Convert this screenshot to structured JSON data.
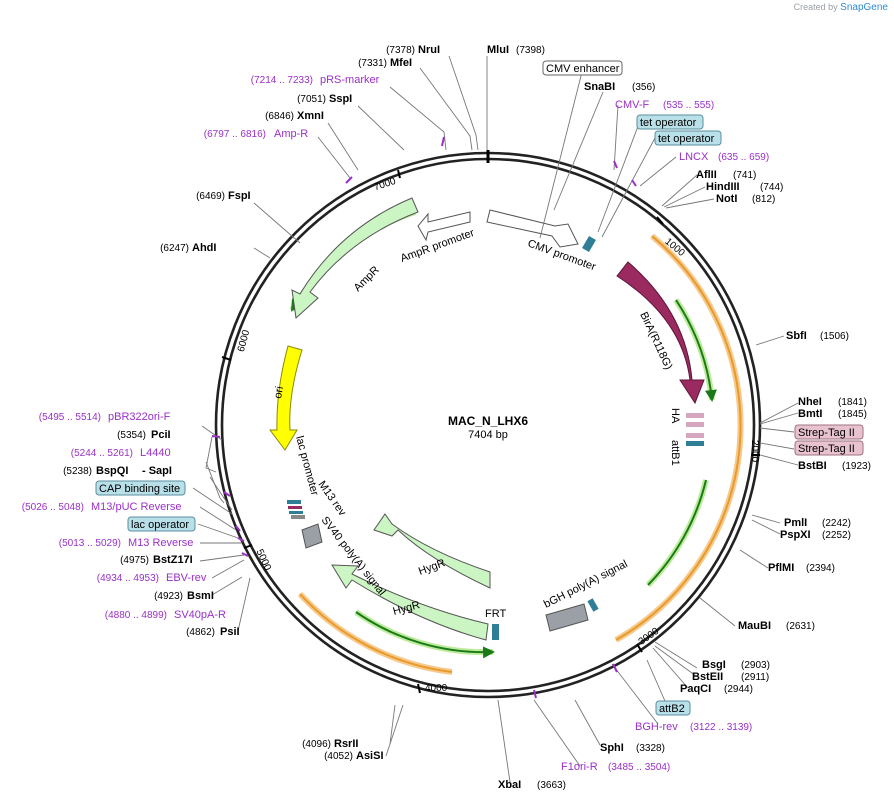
{
  "watermark": {
    "prefix": "Created by",
    "brand": "SnapGene"
  },
  "plasmid": {
    "name": "MAC_N_LHX6",
    "size": "7404 bp",
    "length": 7404
  },
  "colors": {
    "backbone": "#222222",
    "enzyme": "#000000",
    "primer": "#9b30c8",
    "feature_green": "#ccf5c4",
    "feature_orange": "#f3a43a",
    "feature_magenta": "#9a2a5f",
    "feature_yellow": "#ffff00",
    "feature_teal": "#2e7f95",
    "feature_gray": "#9aa0a6",
    "box_blue": "#b9dfe8",
    "box_pink": "#e8c2cf"
  },
  "ticks": [
    "1000",
    "2000",
    "3000",
    "4000",
    "5000",
    "6000",
    "7000"
  ],
  "enzymes": [
    {
      "name": "NruI",
      "pos": "(7378)"
    },
    {
      "name": "MluI",
      "pos": "(7398)"
    },
    {
      "name": "MfeI",
      "pos": "(7331)"
    },
    {
      "name": "SspI",
      "pos": "(7051)"
    },
    {
      "name": "XmnI",
      "pos": "(6846)"
    },
    {
      "name": "FspI",
      "pos": "(6469)"
    },
    {
      "name": "AhdI",
      "pos": "(6247)"
    },
    {
      "name": "PciI",
      "pos": "(5354)"
    },
    {
      "name": "BspQI",
      "pos": "(5238)"
    },
    {
      "name": "- SapI",
      "pos": ""
    },
    {
      "name": "BstZ17I",
      "pos": "(4975)"
    },
    {
      "name": "BsmI",
      "pos": "(4923)"
    },
    {
      "name": "PsiI",
      "pos": "(4862)"
    },
    {
      "name": "RsrII",
      "pos": "(4096)"
    },
    {
      "name": "AsiSI",
      "pos": "(4052)"
    },
    {
      "name": "XbaI",
      "pos": "(3663)"
    },
    {
      "name": "SphI",
      "pos": "(3328)"
    },
    {
      "name": "PaqCI",
      "pos": "(2944)"
    },
    {
      "name": "BstEII",
      "pos": "(2911)"
    },
    {
      "name": "BsgI",
      "pos": "(2903)"
    },
    {
      "name": "MauBI",
      "pos": "(2631)"
    },
    {
      "name": "PflMI",
      "pos": "(2394)"
    },
    {
      "name": "PspXI",
      "pos": "(2252)"
    },
    {
      "name": "PmlI",
      "pos": "(2242)"
    },
    {
      "name": "BstBI",
      "pos": "(1923)"
    },
    {
      "name": "BmtI",
      "pos": "(1845)"
    },
    {
      "name": "NheI",
      "pos": "(1841)"
    },
    {
      "name": "SbfI",
      "pos": "(1506)"
    },
    {
      "name": "NotI",
      "pos": "(812)"
    },
    {
      "name": "HindIII",
      "pos": "(744)"
    },
    {
      "name": "AflII",
      "pos": "(741)"
    },
    {
      "name": "SnaBI",
      "pos": "(356)"
    }
  ],
  "primers": [
    {
      "name": "pRS-marker",
      "range": "(7214 .. 7233)"
    },
    {
      "name": "Amp-R",
      "range": "(6797 .. 6816)"
    },
    {
      "name": "pBR322ori-F",
      "range": "(5495 .. 5514)"
    },
    {
      "name": "L4440",
      "range": "(5244 .. 5261)"
    },
    {
      "name": "M13/pUC Reverse",
      "range": "(5026 .. 5048)"
    },
    {
      "name": "M13 Reverse",
      "range": "(5013 .. 5029)"
    },
    {
      "name": "EBV-rev",
      "range": "(4934 .. 4953)"
    },
    {
      "name": "SV40pA-R",
      "range": "(4880 .. 4899)"
    },
    {
      "name": "F1ori-R",
      "range": "(3485 .. 3504)"
    },
    {
      "name": "BGH-rev",
      "range": "(3122 .. 3139)"
    },
    {
      "name": "LNCX",
      "range": "(635 .. 659)"
    },
    {
      "name": "CMV-F",
      "range": "(535 .. 555)"
    }
  ],
  "boxed_features": [
    {
      "name": "CMV enhancer"
    },
    {
      "name": "tet operator"
    },
    {
      "name": "tet operator"
    },
    {
      "name": "Strep-Tag II"
    },
    {
      "name": "Strep-Tag II"
    },
    {
      "name": "attB2"
    },
    {
      "name": "CAP binding site"
    },
    {
      "name": "lac operator"
    }
  ],
  "inner_labels": {
    "cmv_promoter": "CMV promoter",
    "birA": "BirA(R118G)",
    "ha": "HA",
    "attB1": "attB1",
    "bgh": "bGH poly(A) signal",
    "frt": "FRT",
    "hygr1": "HygR",
    "hygr2": "HygR",
    "sv40": "SV40 poly(A) signal",
    "m13rev": "M13 rev",
    "lac_promoter": "lac promoter",
    "ori": "ori",
    "ampr": "AmpR",
    "ampr_promoter": "AmpR promoter"
  }
}
